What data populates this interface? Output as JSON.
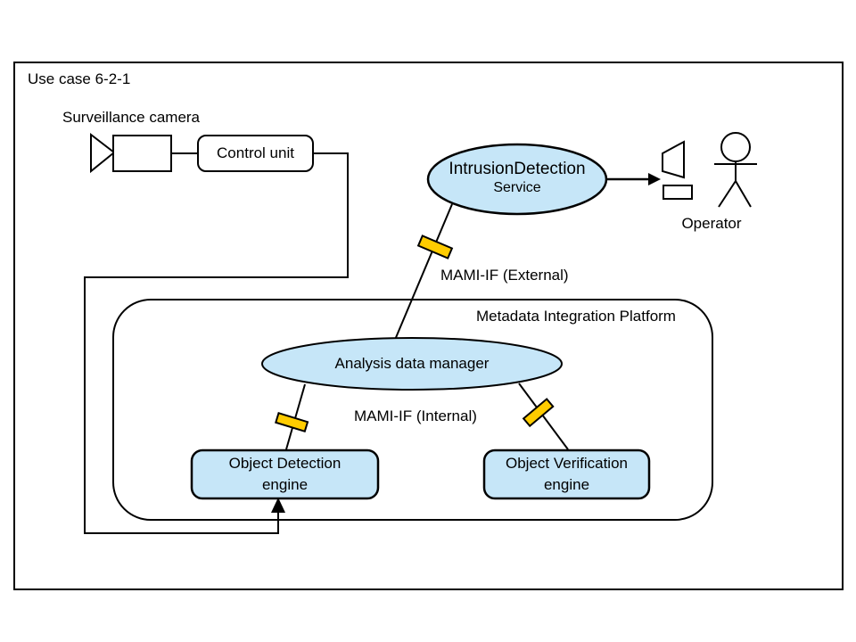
{
  "title": "Use case 6-2-1",
  "colors": {
    "node_fill": "#C6E6F8",
    "marker_fill": "#FFCC00",
    "stroke": "#000000",
    "background": "#FFFFFF"
  },
  "nodes": {
    "surveillance_camera": {
      "label": "Surveillance camera"
    },
    "control_unit": {
      "label": "Control unit"
    },
    "intrusion_service": {
      "label_line1": "IntrusionDetection",
      "label_line2": "Service"
    },
    "operator": {
      "label": "Operator"
    },
    "platform": {
      "label": "Metadata Integration Platform"
    },
    "analysis_manager": {
      "label": "Analysis data manager"
    },
    "object_detection_engine": {
      "label_line1": "Object Detection",
      "label_line2": "engine"
    },
    "object_verification_engine": {
      "label_line1": "Object Verification",
      "label_line2": "engine"
    }
  },
  "interfaces": {
    "external": {
      "label": "MAMI-IF (External)"
    },
    "internal": {
      "label": "MAMI-IF (Internal)"
    }
  }
}
